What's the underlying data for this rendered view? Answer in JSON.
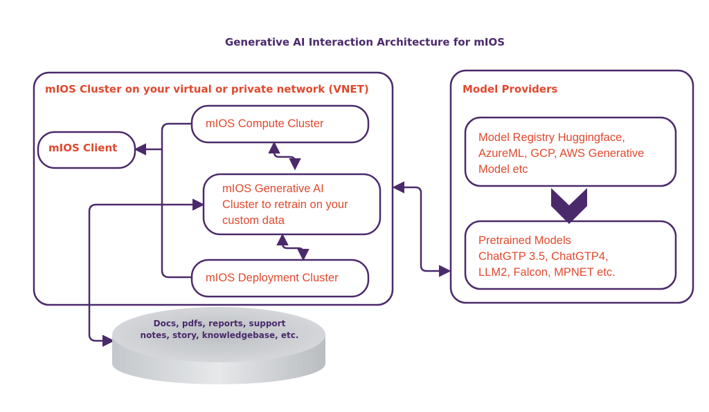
{
  "title": "Generative AI Interaction Architecture for mIOS",
  "groups": {
    "vnet": {
      "label": "mIOS Cluster on your virtual or private network (VNET)"
    },
    "providers": {
      "label": "Model Providers"
    }
  },
  "nodes": {
    "client": "mIOS Client",
    "compute": "mIOS Compute Cluster",
    "genai": [
      "mIOS Generative AI",
      "Cluster to retrain on your",
      "custom data"
    ],
    "deploy": "mIOS Deployment Cluster",
    "registry": [
      "Model Registry Huggingface,",
      "AzureML, GCP, AWS Generative",
      "Model etc"
    ],
    "pretrained": [
      "Pretrained Models",
      "ChatGTP 3.5, ChatGTP4,",
      "LLM2, Falcon, MPNET etc."
    ],
    "datastore": [
      "Docs, pdfs, reports, support",
      "notes, story, knowledgebase, etc."
    ]
  },
  "colors": {
    "stroke": "#4b2a6b",
    "accent": "#e0492e",
    "db_fill": "#d5d7da"
  },
  "icons": {
    "registry_to_pretrained": "chevron-down-icon"
  }
}
